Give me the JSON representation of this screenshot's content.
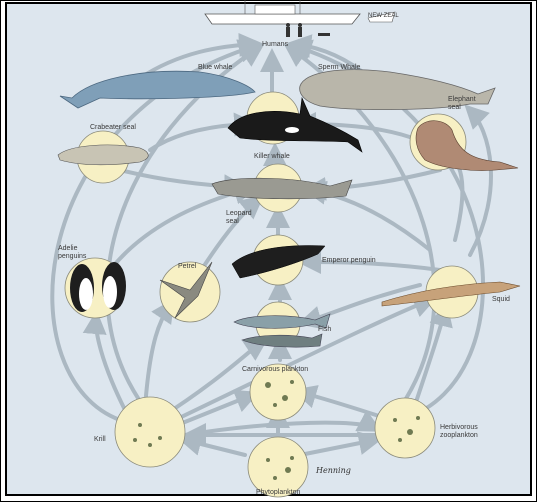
{
  "labels": {
    "humans": "Humans",
    "blue_whale": "Blue whale",
    "sperm_whale": "Sperm Whale",
    "crabeater_seal": "Crabeater seal",
    "elephant_seal": "Elephant\nseal",
    "killer_whale": "Killer whale",
    "leopard_seal": "Leopard\nseal",
    "adelie_penguins": "Adelie\npenguins",
    "petrel": "Petrel",
    "emperor_penguin": "Emperor penguin",
    "squid": "Squid",
    "fish": "Fish",
    "carnivorous_plankton": "Carnivorous plankton",
    "krill": "Krill",
    "herbivorous_zooplankton": "Herbivorous\nzooplankton",
    "phytoplankton": "Phytoplankton"
  },
  "signature": "Henning",
  "ship_name": "NEW ZEAL"
}
